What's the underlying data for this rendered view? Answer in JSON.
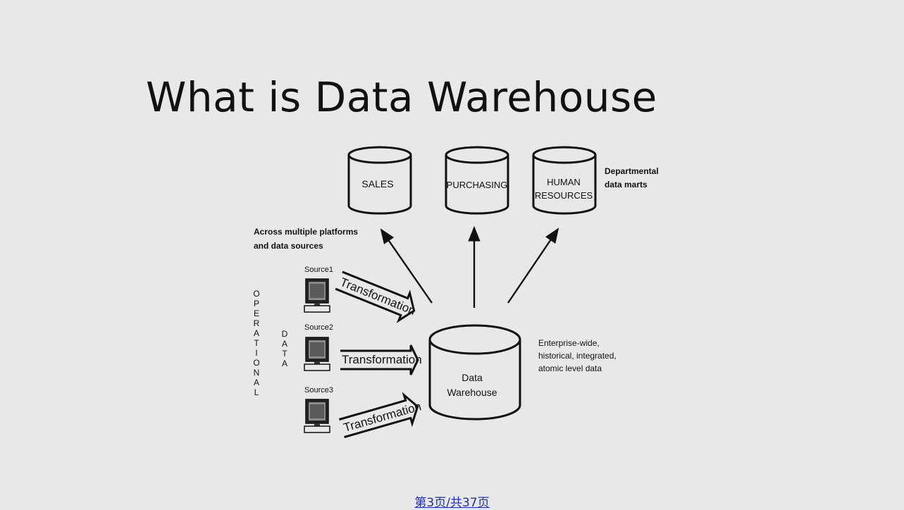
{
  "title": "What is Data Warehouse",
  "diagram": {
    "data_marts": [
      {
        "lines": [
          "SALES"
        ]
      },
      {
        "lines": [
          "PURCHASING"
        ]
      },
      {
        "lines": [
          "HUMAN",
          "RESOURCES"
        ]
      }
    ],
    "data_marts_note": [
      "Departmental",
      "data marts"
    ],
    "sources_note": [
      "Across multiple platforms",
      "and data sources"
    ],
    "sources": [
      "Source1",
      "Source2",
      "Source3"
    ],
    "transformation_label": "Transformation",
    "operational_label": "OPERATIONAL",
    "data_label": "DATA",
    "warehouse": {
      "lines": [
        "Data",
        "Warehouse"
      ]
    },
    "warehouse_note": [
      "Enterprise-wide,",
      "historical, integrated,",
      "atomic level data"
    ]
  },
  "footer": {
    "page_number": "第3页/共37页"
  }
}
